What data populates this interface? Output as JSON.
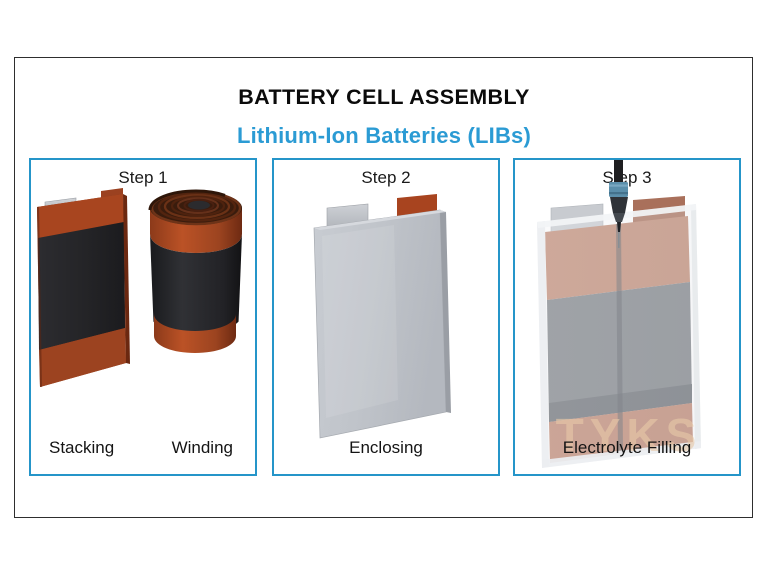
{
  "slide": {
    "title": "BATTERY CELL ASSEMBLY",
    "subtitle": "Lithium-Ion Batteries (LIBs)",
    "watermark": "TYKS",
    "colors": {
      "subtitle_blue": "#2b9bd4",
      "panel_border_blue": "#2595c9",
      "frame_dark": "#2e2e2e",
      "copper": "#a8441f",
      "copper_dark": "#7d3115",
      "electrode_black": "#262629",
      "tab_grey": "#b9bcc1",
      "pouch_grey": "#c3c7cd",
      "cell_salmon": "#bf8670",
      "cell_grey": "#7e8287",
      "nozzle_blue": "#5b8fab",
      "nozzle_red": "#d22b22",
      "background": "#ffffff",
      "watermark_tan": "#e8c9a8"
    }
  },
  "panels": [
    {
      "step": "Step 1",
      "captions": [
        "Stacking",
        "Winding"
      ],
      "graphics": [
        "stacked-electrode",
        "wound-jellyroll"
      ]
    },
    {
      "step": "Step 2",
      "captions": [
        "Enclosing"
      ],
      "graphics": [
        "pouch-cell"
      ]
    },
    {
      "step": "Step 3",
      "captions": [
        "Electrolyte Filling"
      ],
      "graphics": [
        "transparent-cell",
        "injection-nozzle"
      ]
    }
  ]
}
